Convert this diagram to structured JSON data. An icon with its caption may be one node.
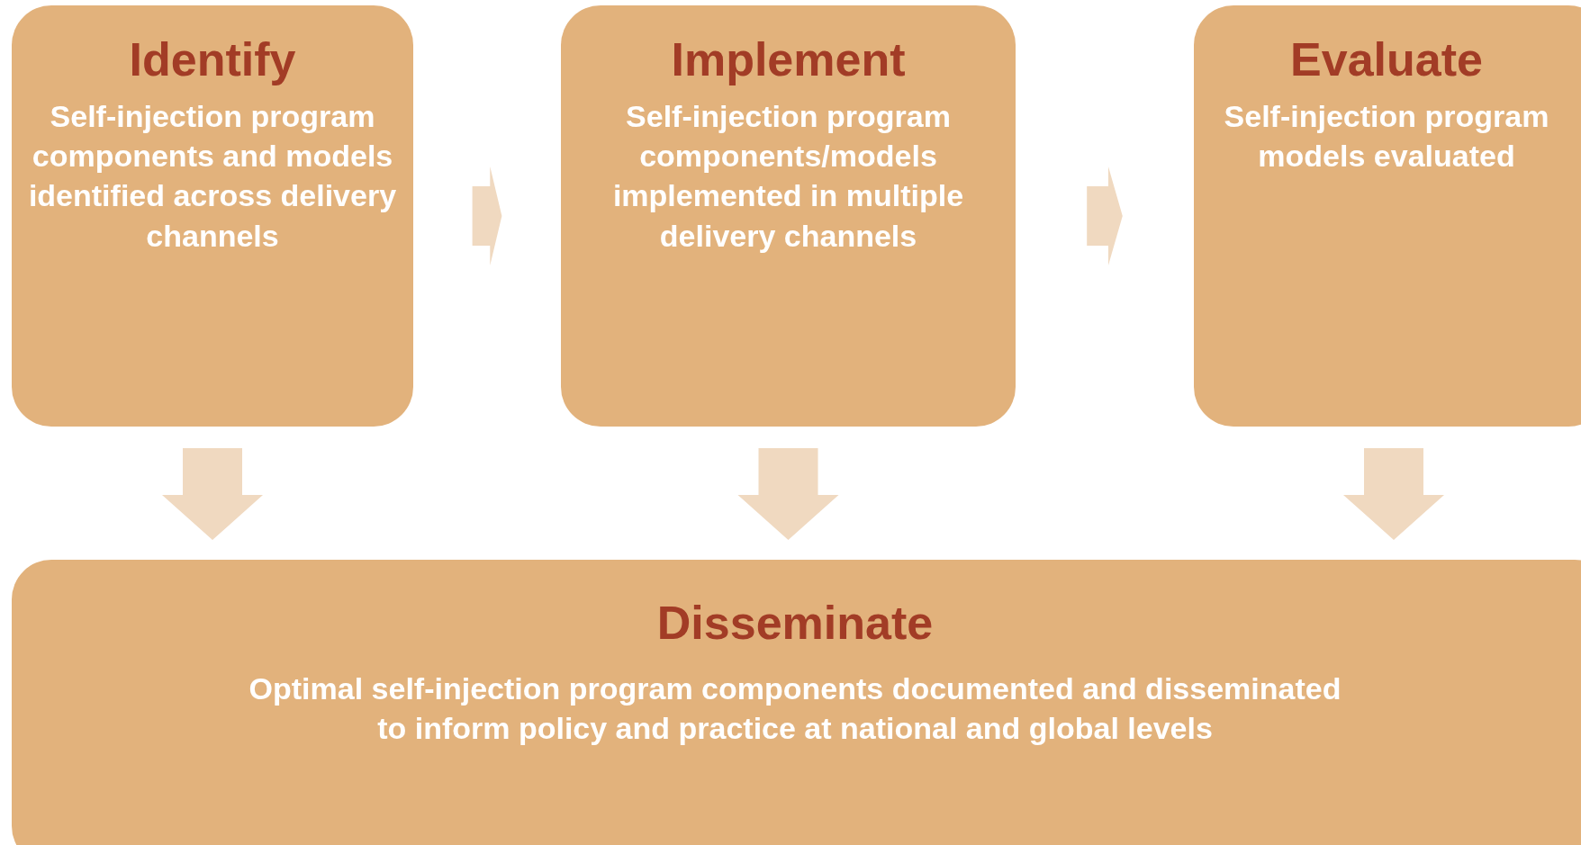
{
  "diagram": {
    "nodes": [
      {
        "text": [
          "Identify",
          "Self-injection program components and models identified across delivery channels"
        ]
      },
      {
        "text": [
          "Implement",
          "Self-injection program components/models implemented in multiple delivery channels"
        ]
      },
      {
        "text": [
          "Evaluate",
          "Self-injection program models evaluated"
        ]
      },
      {
        "text": [
          "Disseminate",
          "Optimal self-injection program components documented and disseminated to inform policy and practice at national and global levels"
        ]
      }
    ],
    "edges": [
      {
        "from": 0,
        "to": 1,
        "arrow": "to"
      },
      {
        "from": 1,
        "to": 2,
        "arrow": "to"
      },
      {
        "from": 0,
        "to": 3,
        "arrow": "to"
      },
      {
        "from": 1,
        "to": 3,
        "arrow": "to"
      },
      {
        "from": 2,
        "to": 3,
        "arrow": "to"
      }
    ]
  }
}
